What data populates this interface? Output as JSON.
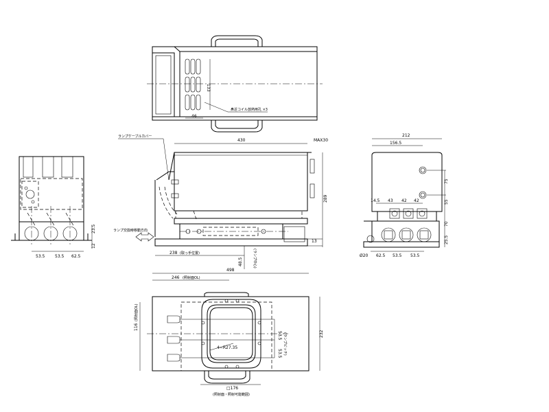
{
  "labels": {
    "cooling_holes": "鼻近コイル放熱用孔 ×3",
    "lamp_cable_cover": "ランプケーブルカバー",
    "lamp_exchange": "ランプ交換時移動方向",
    "max30": "MAX30",
    "handle_pos": "(取っ手位置)",
    "lamp_center": "(ランプ中心)",
    "irradiation_246": "(照射面OL)",
    "irradiation_116": "(照射面OL)",
    "irradiation_area": "(照射面・照射可能範囲)",
    "lamp_pitch": "(ランプピッチ)",
    "corner_radius": "4−R27.35"
  },
  "dims": {
    "top_133": "133",
    "top_46": "46",
    "front_430": "430",
    "front_289": "289",
    "front_13": "13",
    "front_238": "238",
    "front_485": "48.5",
    "side_212": "212",
    "side_1565": "156.5",
    "side_145": "14.5",
    "side_43": "43",
    "side_42a": "42",
    "side_42b": "42",
    "side_75": "75",
    "side_55": "55",
    "side_70": "70",
    "side_255": "25.5",
    "side_625": "62.5",
    "side_535a": "53.5",
    "side_535b": "53.5",
    "side_phi": "Ø20",
    "left_235": "23.5",
    "left_12": "12",
    "left_535a": "53.5",
    "left_535b": "53.5",
    "left_625": "62.5",
    "bottom_498": "498",
    "bottom_246": "246",
    "bottom_232": "232",
    "bottom_116": "116",
    "bottom_535a": "53.5",
    "bottom_535b": "53.5",
    "bottom_176": "□176"
  }
}
